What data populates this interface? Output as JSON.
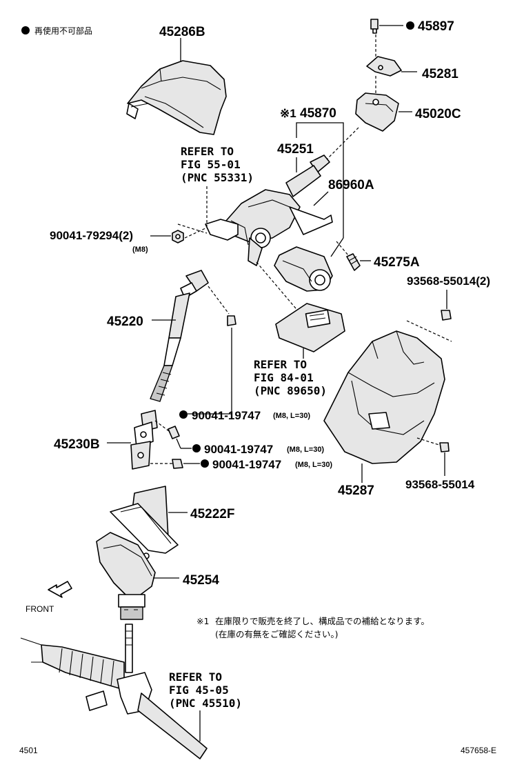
{
  "legend": {
    "symbol": "●",
    "text": "再使用不可部品"
  },
  "parts": {
    "p45286B": "45286B",
    "p45897": "45897",
    "p45281": "45281",
    "p45020C": "45020C",
    "p45870_mark": "※1",
    "p45870": "45870",
    "p45251": "45251",
    "p86960A": "86960A",
    "p90041_79294": "90041-79294(2)",
    "p90041_79294_sub": "(M8)",
    "p45275A": "45275A",
    "p93568_55014_2": "93568-55014(2)",
    "p45220": "45220",
    "p90041_19747_a": "90041-19747",
    "p90041_19747_a_sub": "(M8, L=30)",
    "p45230B": "45230B",
    "p90041_19747_b": "90041-19747",
    "p90041_19747_b_sub": "(M8, L=30)",
    "p90041_19747_c": "90041-19747",
    "p90041_19747_c_sub": "(M8, L=30)",
    "p45287": "45287",
    "p93568_55014": "93568-55014",
    "p45222F": "45222F",
    "p45254": "45254"
  },
  "refs": {
    "fig55": [
      "REFER TO",
      "FIG 55-01",
      "(PNC 55331)"
    ],
    "fig84": [
      "REFER TO",
      "FIG 84-01",
      "(PNC 89650)"
    ],
    "fig45": [
      "REFER TO",
      "FIG 45-05",
      "(PNC 45510)"
    ]
  },
  "note": {
    "mark": "※1",
    "line1": "在庫限りで販売を終了し、構成品での補給となります。",
    "line2": "(在庫の有無をご確認ください。)"
  },
  "front_label": "FRONT",
  "page_code": "4501",
  "fig_code": "457658-E"
}
